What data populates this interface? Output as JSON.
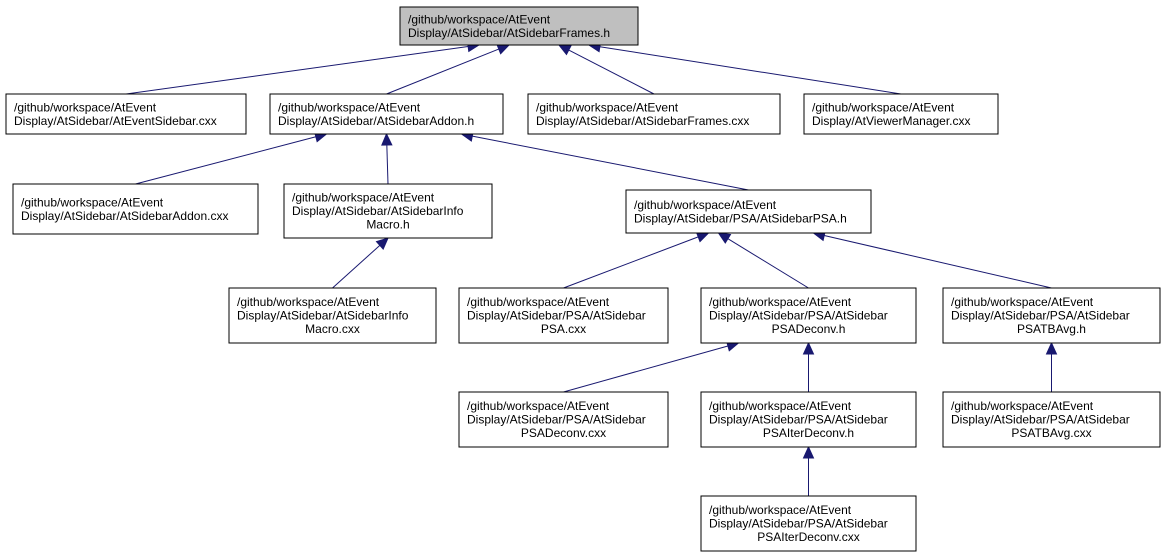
{
  "nodes": [
    {
      "id": "root",
      "lines": [
        "/github/workspace/AtEvent",
        "Display/AtSidebar/AtSidebarFrames.h"
      ],
      "root": true
    },
    {
      "id": "event_sidebar_cxx",
      "lines": [
        "/github/workspace/AtEvent",
        "Display/AtSidebar/AtEventSidebar.cxx"
      ]
    },
    {
      "id": "sidebar_addon_h",
      "lines": [
        "/github/workspace/AtEvent",
        "Display/AtSidebar/AtSidebarAddon.h"
      ]
    },
    {
      "id": "sidebar_frames_cxx",
      "lines": [
        "/github/workspace/AtEvent",
        "Display/AtSidebar/AtSidebarFrames.cxx"
      ]
    },
    {
      "id": "viewer_manager_cxx",
      "lines": [
        "/github/workspace/AtEvent",
        "Display/AtViewerManager.cxx"
      ]
    },
    {
      "id": "sidebar_addon_cxx",
      "lines": [
        "/github/workspace/AtEvent",
        "Display/AtSidebar/AtSidebarAddon.cxx"
      ]
    },
    {
      "id": "sidebar_info_macro_h",
      "lines": [
        "/github/workspace/AtEvent",
        "Display/AtSidebar/AtSidebarInfo",
        "Macro.h"
      ]
    },
    {
      "id": "sidebar_psa_h",
      "lines": [
        "/github/workspace/AtEvent",
        "Display/AtSidebar/PSA/AtSidebarPSA.h"
      ]
    },
    {
      "id": "sidebar_info_macro_cxx",
      "lines": [
        "/github/workspace/AtEvent",
        "Display/AtSidebar/AtSidebarInfo",
        "Macro.cxx"
      ]
    },
    {
      "id": "sidebar_psa_cxx",
      "lines": [
        "/github/workspace/AtEvent",
        "Display/AtSidebar/PSA/AtSidebar",
        "PSA.cxx"
      ]
    },
    {
      "id": "psa_deconv_h",
      "lines": [
        "/github/workspace/AtEvent",
        "Display/AtSidebar/PSA/AtSidebar",
        "PSADeconv.h"
      ]
    },
    {
      "id": "psa_tbavg_h",
      "lines": [
        "/github/workspace/AtEvent",
        "Display/AtSidebar/PSA/AtSidebar",
        "PSATBAvg.h"
      ]
    },
    {
      "id": "psa_deconv_cxx",
      "lines": [
        "/github/workspace/AtEvent",
        "Display/AtSidebar/PSA/AtSidebar",
        "PSADeconv.cxx"
      ]
    },
    {
      "id": "psa_iter_deconv_h",
      "lines": [
        "/github/workspace/AtEvent",
        "Display/AtSidebar/PSA/AtSidebar",
        "PSAIterDeconv.h"
      ]
    },
    {
      "id": "psa_tbavg_cxx",
      "lines": [
        "/github/workspace/AtEvent",
        "Display/AtSidebar/PSA/AtSidebar",
        "PSATBAvg.cxx"
      ]
    },
    {
      "id": "psa_iter_deconv_cxx",
      "lines": [
        "/github/workspace/AtEvent",
        "Display/AtSidebar/PSA/AtSidebar",
        "PSAIterDeconv.cxx"
      ]
    }
  ],
  "edges": [
    {
      "from": "event_sidebar_cxx",
      "to": "root"
    },
    {
      "from": "sidebar_addon_h",
      "to": "root"
    },
    {
      "from": "sidebar_frames_cxx",
      "to": "root"
    },
    {
      "from": "viewer_manager_cxx",
      "to": "root"
    },
    {
      "from": "sidebar_addon_cxx",
      "to": "sidebar_addon_h"
    },
    {
      "from": "sidebar_info_macro_h",
      "to": "sidebar_addon_h"
    },
    {
      "from": "sidebar_psa_h",
      "to": "sidebar_addon_h"
    },
    {
      "from": "sidebar_info_macro_cxx",
      "to": "sidebar_info_macro_h"
    },
    {
      "from": "sidebar_psa_cxx",
      "to": "sidebar_psa_h"
    },
    {
      "from": "psa_deconv_h",
      "to": "sidebar_psa_h"
    },
    {
      "from": "psa_tbavg_h",
      "to": "sidebar_psa_h"
    },
    {
      "from": "psa_deconv_cxx",
      "to": "psa_deconv_h"
    },
    {
      "from": "psa_iter_deconv_h",
      "to": "psa_deconv_h"
    },
    {
      "from": "psa_tbavg_cxx",
      "to": "psa_tbavg_h"
    },
    {
      "from": "psa_iter_deconv_cxx",
      "to": "psa_iter_deconv_h"
    }
  ],
  "colors": {
    "edge": "#191970",
    "root_fill": "#bfbfbf",
    "node_fill": "#ffffff",
    "border": "#000000"
  }
}
